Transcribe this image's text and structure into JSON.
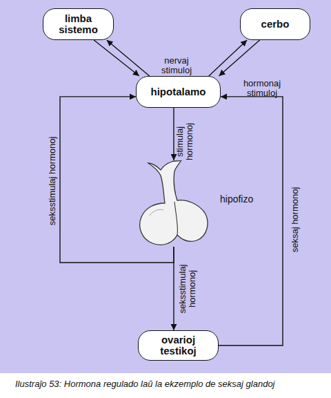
{
  "diagram": {
    "caption": "Ilustraĵo 53: Hormona regulado laŭ la ekzemplo de seksaj glandoj",
    "nodes": [
      {
        "text": [
          "limba sistemo"
        ]
      },
      {
        "text": [
          "cerbo"
        ]
      },
      {
        "text": [
          "hipotalamo"
        ]
      },
      {
        "text": [
          "hipofizo"
        ]
      },
      {
        "text": [
          "ovarioj testikoj"
        ]
      }
    ],
    "edges": [
      {
        "from": 0,
        "to": 2,
        "label": "nervaj stimuloj",
        "arrow": "to"
      },
      {
        "from": 2,
        "to": 0,
        "arrow": "to"
      },
      {
        "from": 1,
        "to": 2,
        "label": "hormonaj stimuloj",
        "arrow": "to"
      },
      {
        "from": 2,
        "to": 1,
        "arrow": "to"
      },
      {
        "from": 2,
        "to": 3,
        "label": "stimulaj hormonoj",
        "arrow": "to"
      },
      {
        "from": 3,
        "to": 4,
        "label": "seksstimulaj hormonoj",
        "arrow": "to"
      },
      {
        "from": 3,
        "to": 2,
        "label": "seksstimulaj hormonoj",
        "arrow": "to"
      },
      {
        "from": 4,
        "to": 2,
        "label": "seksaj hormonoj",
        "arrow": "to"
      }
    ]
  }
}
